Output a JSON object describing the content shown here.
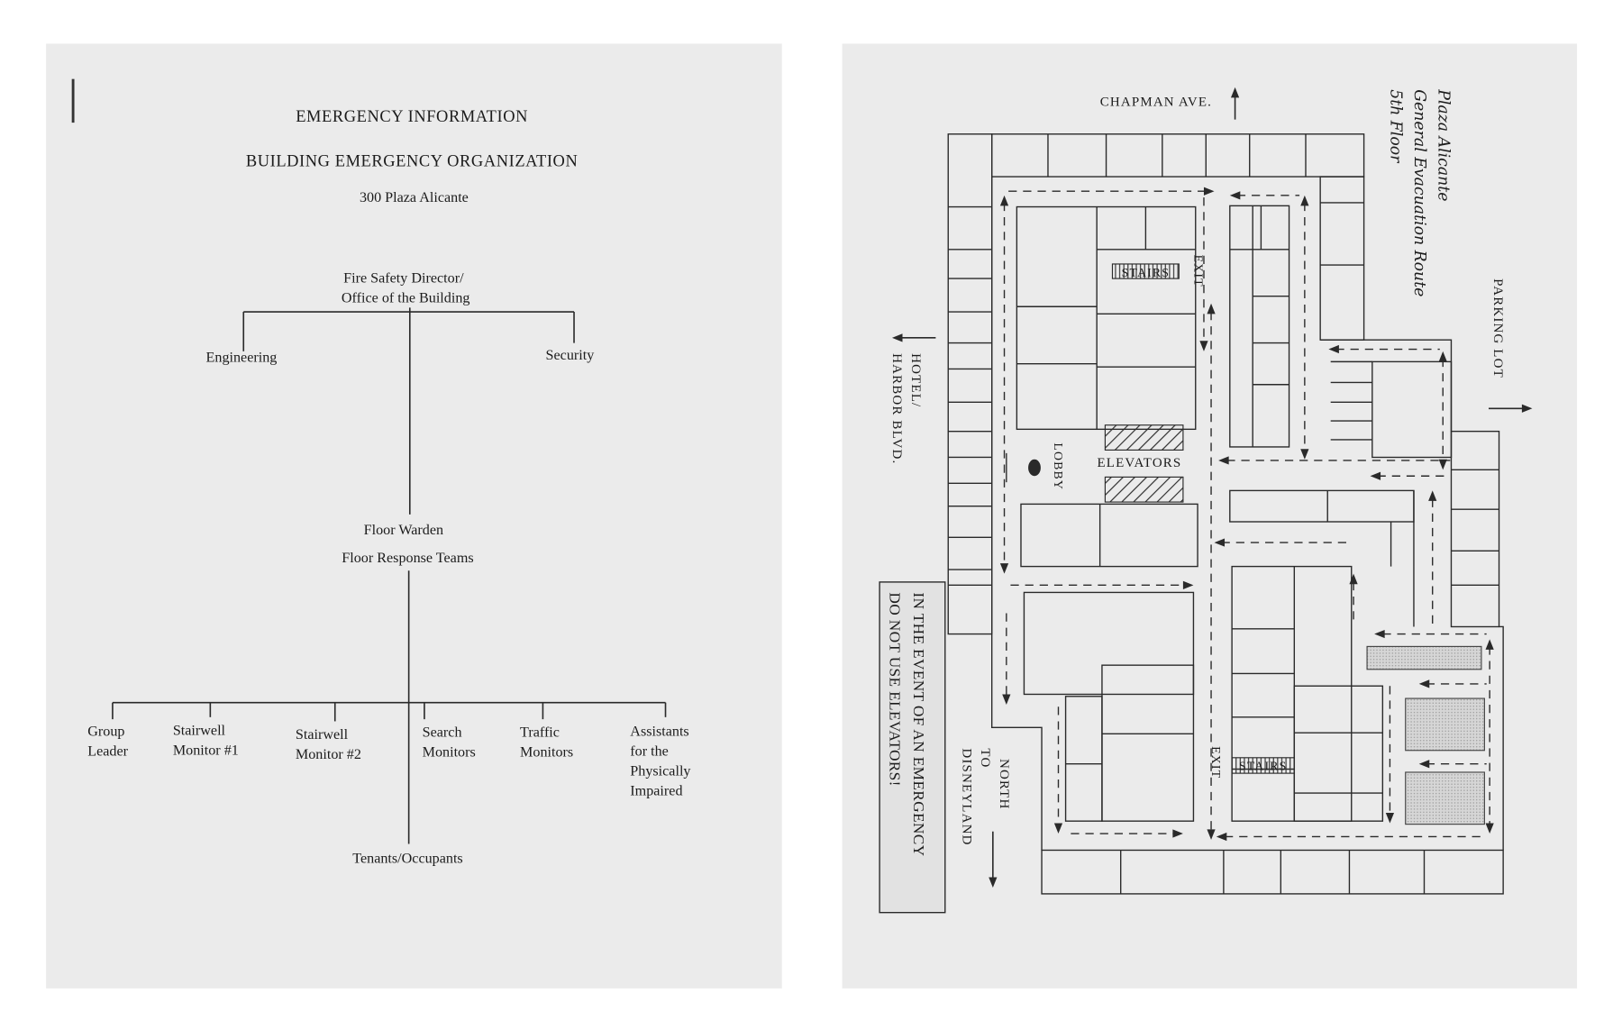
{
  "left_page": {
    "title": "EMERGENCY INFORMATION",
    "subtitle": "BUILDING EMERGENCY ORGANIZATION",
    "address": "300 Plaza Alicante",
    "top_node": [
      "Fire Safety Director/",
      "Office of the Building"
    ],
    "branches": [
      "Engineering",
      "Security"
    ],
    "middle_node": [
      "Floor Warden",
      "Floor Response Teams"
    ],
    "teams": [
      [
        "Group",
        "Leader"
      ],
      [
        "Stairwell",
        "Monitor #1"
      ],
      [
        "Stairwell",
        "Monitor #2"
      ],
      [
        "Search",
        "Monitors"
      ],
      [
        "Traffic",
        "Monitors"
      ],
      [
        "Assistants",
        "for the",
        "Physically",
        "Impaired"
      ]
    ],
    "bottom_node": "Tenants/Occupants"
  },
  "right_page": {
    "title": [
      "Plaza Alicante",
      "General Evacuation Route",
      "5th Floor"
    ],
    "street_north": "CHAPMAN AVE.",
    "street_west": [
      "HOTEL/",
      "HARBOR BLVD."
    ],
    "street_east": "PARKING LOT",
    "street_south": [
      "NORTH",
      "TO",
      "DISNEYLAND"
    ],
    "warning": [
      "IN THE EVENT OF AN EMERGENCY",
      "DO NOT USE ELEVATORS!"
    ],
    "labels": {
      "stairs_top": "STAIRS",
      "stairs_bottom": "STAIRS",
      "elevators": "ELEVATORS",
      "lobby": "LOBBY",
      "exit_top": "EXIT",
      "exit_bottom": "EXIT"
    }
  }
}
